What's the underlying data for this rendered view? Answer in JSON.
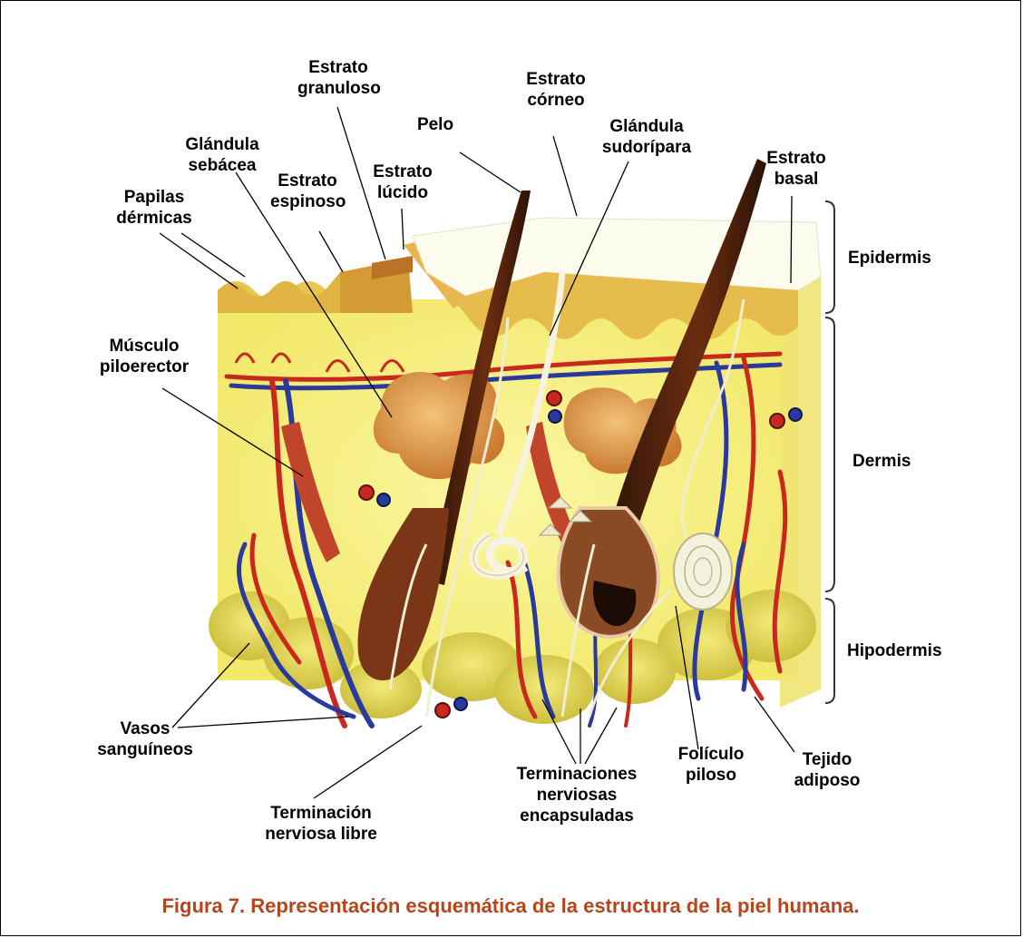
{
  "labels": {
    "estrato_granuloso": [
      "Estrato",
      "granuloso"
    ],
    "estrato_corneo": [
      "Estrato",
      "córneo"
    ],
    "pelo": [
      "Pelo"
    ],
    "glandula_sudoripara": [
      "Glándula",
      "sudorípara"
    ],
    "glandula_sebacea": [
      "Glándula",
      "sebácea"
    ],
    "estrato_espinoso": [
      "Estrato",
      "espinoso"
    ],
    "estrato_lucido": [
      "Estrato",
      "lúcido"
    ],
    "estrato_basal": [
      "Estrato",
      "basal"
    ],
    "papilas_dermicas": [
      "Papilas",
      "dérmicas"
    ],
    "epidermis": [
      "Epidermis"
    ],
    "musculo_piloerector": [
      "Músculo",
      "piloerector"
    ],
    "dermis": [
      "Dermis"
    ],
    "hipodermis": [
      "Hipodermis"
    ],
    "vasos_sanguineos": [
      "Vasos",
      "sanguíneos"
    ],
    "terminaciones_nerviosas_encapsuladas": [
      "Terminaciones",
      "nerviosas",
      "encapsuladas"
    ],
    "foliculo_piloso": [
      "Folículo",
      "piloso"
    ],
    "tejido_adiposo": [
      "Tejido",
      "adiposo"
    ],
    "terminacion_nerviosa_libre": [
      "Terminación",
      "nerviosa libre"
    ]
  },
  "caption": "Figura 7. Representación esquemática de la estructura de la piel humana.",
  "colors": {
    "caption": "#b5451b",
    "skin_background": "#f6f07a",
    "epidermis_tan": "#e7b84d",
    "artery": "#c8281e",
    "vein": "#2a3a9c",
    "hair": "#3a1a0a",
    "follicle": "#a0502a",
    "nerve": "#f5f1dc",
    "fat": "#d9cf52"
  }
}
